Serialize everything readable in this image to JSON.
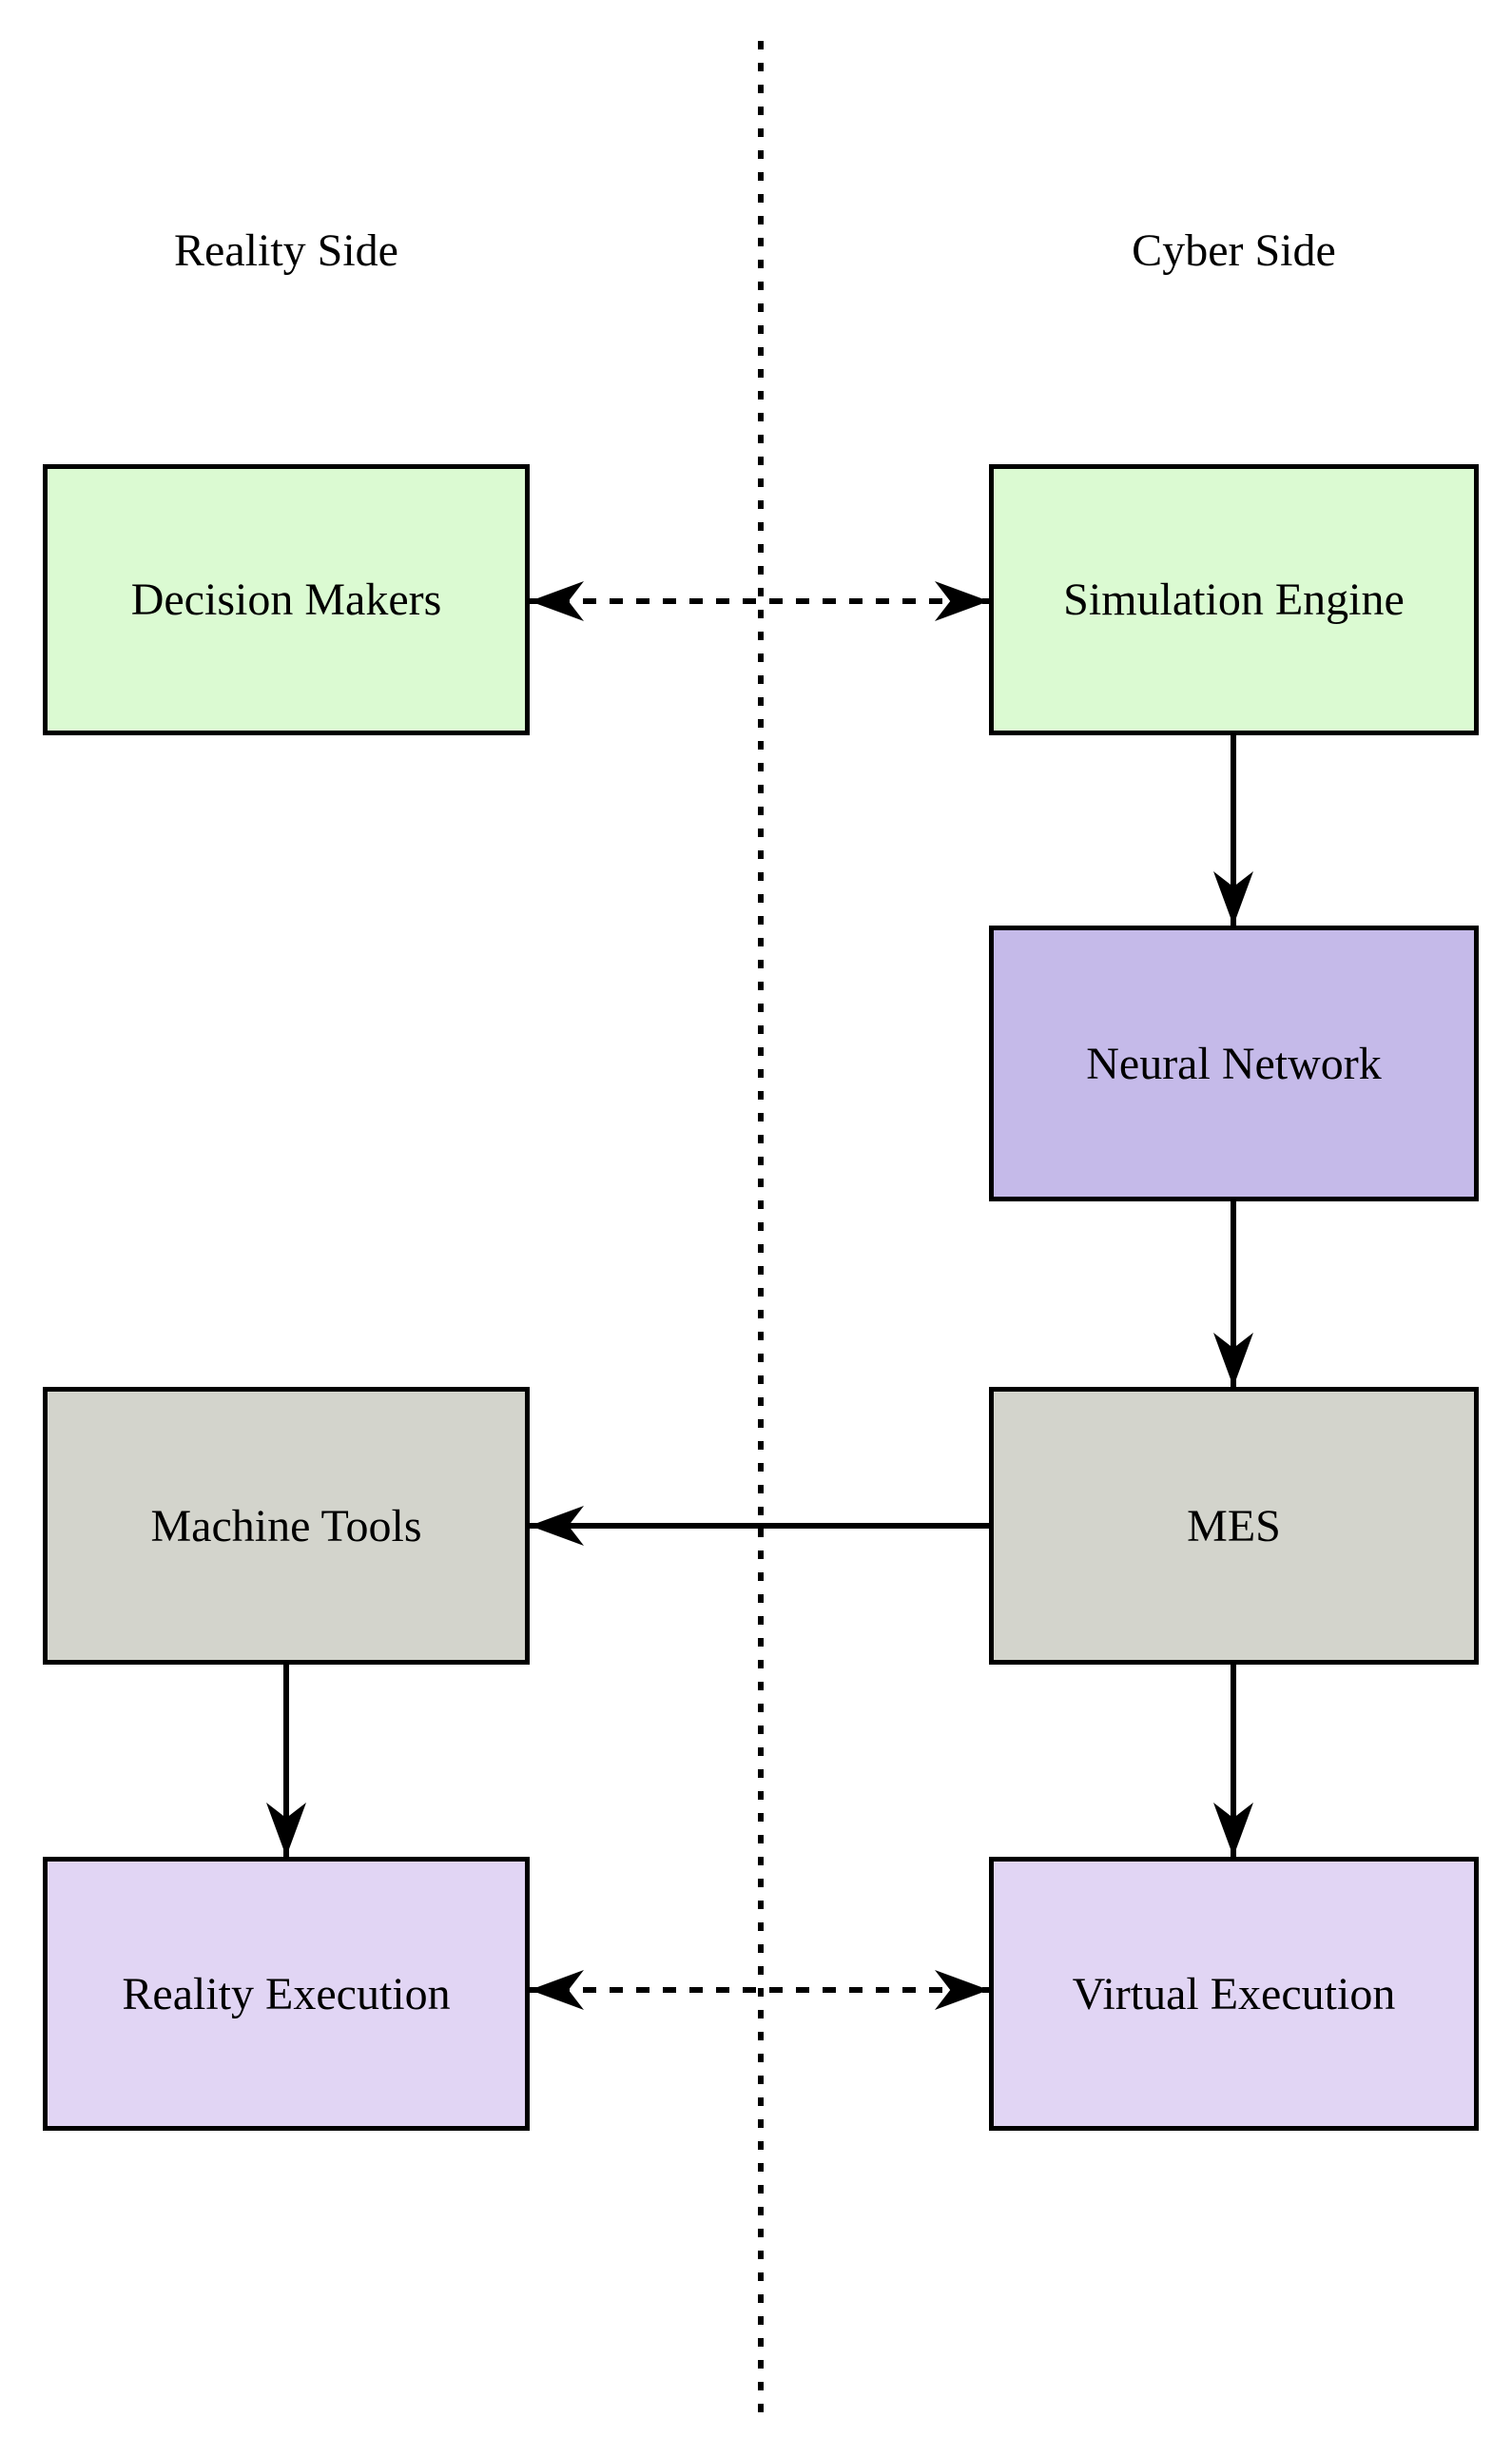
{
  "diagram": {
    "sides": [
      {
        "label": "Reality Side"
      },
      {
        "label": "Cyber Side"
      }
    ],
    "nodes": [
      {
        "id": "decision-makers",
        "label": "Decision Makers",
        "side": "reality",
        "color": "#dbfad2"
      },
      {
        "id": "simulation-engine",
        "label": "Simulation Engine",
        "side": "cyber",
        "color": "#dbfad2"
      },
      {
        "id": "neural-network",
        "label": "Neural Network",
        "side": "cyber",
        "color": "#c5bae9"
      },
      {
        "id": "machine-tools",
        "label": "Machine Tools",
        "side": "reality",
        "color": "#d3d4cc"
      },
      {
        "id": "mes",
        "label": "MES",
        "side": "cyber",
        "color": "#d3d4cc"
      },
      {
        "id": "reality-execution",
        "label": "Reality Execution",
        "side": "reality",
        "color": "#e1d5f4"
      },
      {
        "id": "virtual-execution",
        "label": "Virtual Execution",
        "side": "cyber",
        "color": "#e1d5f4"
      }
    ],
    "edges": [
      {
        "from": "decision-makers",
        "to": "simulation-engine",
        "style": "dashed",
        "direction": "bidirectional"
      },
      {
        "from": "simulation-engine",
        "to": "neural-network",
        "style": "solid",
        "direction": "forward"
      },
      {
        "from": "neural-network",
        "to": "mes",
        "style": "solid",
        "direction": "forward"
      },
      {
        "from": "mes",
        "to": "machine-tools",
        "style": "solid",
        "direction": "forward"
      },
      {
        "from": "machine-tools",
        "to": "reality-execution",
        "style": "solid",
        "direction": "forward"
      },
      {
        "from": "mes",
        "to": "virtual-execution",
        "style": "solid",
        "direction": "forward"
      },
      {
        "from": "reality-execution",
        "to": "virtual-execution",
        "style": "dashed",
        "direction": "bidirectional"
      }
    ],
    "divider": {
      "style": "dotted",
      "orientation": "vertical"
    },
    "colors": {
      "background": "#ffffff",
      "border": "#000000",
      "arrow": "#000000",
      "green_node": "#dbfad2",
      "purple_node": "#c5bae9",
      "gray_node": "#d3d4cc",
      "light_purple_node": "#e1d5f4"
    }
  }
}
